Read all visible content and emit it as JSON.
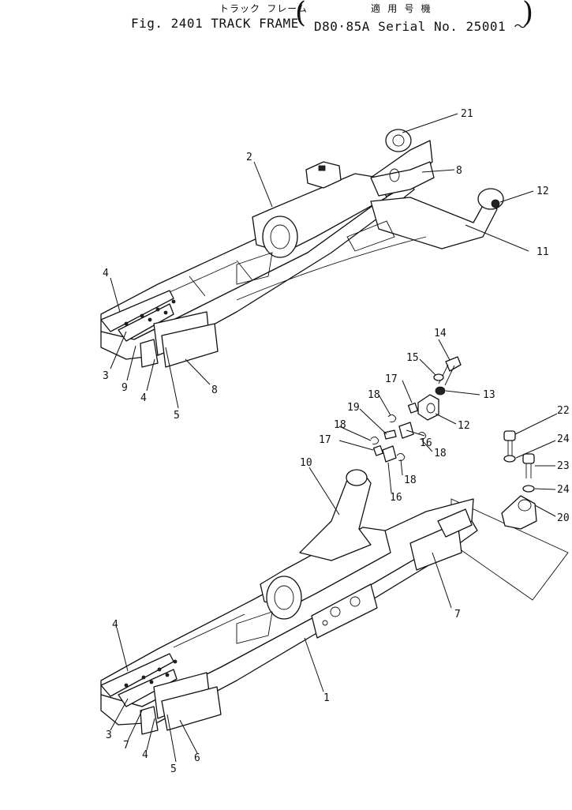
{
  "header": {
    "kana_title": "トラック フレーム",
    "title": "Fig. 2401  TRACK  FRAME",
    "applicable_label": "適 用 号 機",
    "serial": "D80·85A  Serial  No. 25001 ～",
    "open_paren": "(",
    "close_paren": ")"
  },
  "callouts": [
    {
      "id": "c1",
      "label": "1"
    },
    {
      "id": "c2",
      "label": "2"
    },
    {
      "id": "c3a",
      "label": "3"
    },
    {
      "id": "c3b",
      "label": "3"
    },
    {
      "id": "c4a",
      "label": "4"
    },
    {
      "id": "c4b",
      "label": "4"
    },
    {
      "id": "c4c",
      "label": "4"
    },
    {
      "id": "c4d",
      "label": "4"
    },
    {
      "id": "c5a",
      "label": "5"
    },
    {
      "id": "c5b",
      "label": "5"
    },
    {
      "id": "c6",
      "label": "6"
    },
    {
      "id": "c7a",
      "label": "7"
    },
    {
      "id": "c7b",
      "label": "7"
    },
    {
      "id": "c8a",
      "label": "8"
    },
    {
      "id": "c8b",
      "label": "8"
    },
    {
      "id": "c9",
      "label": "9"
    },
    {
      "id": "c10",
      "label": "10"
    },
    {
      "id": "c11",
      "label": "11"
    },
    {
      "id": "c12a",
      "label": "12"
    },
    {
      "id": "c12b",
      "label": "12"
    },
    {
      "id": "c13",
      "label": "13"
    },
    {
      "id": "c14",
      "label": "14"
    },
    {
      "id": "c15",
      "label": "15"
    },
    {
      "id": "c16a",
      "label": "16"
    },
    {
      "id": "c16b",
      "label": "16"
    },
    {
      "id": "c17a",
      "label": "17"
    },
    {
      "id": "c17b",
      "label": "17"
    },
    {
      "id": "c18a",
      "label": "18"
    },
    {
      "id": "c18b",
      "label": "18"
    },
    {
      "id": "c18c",
      "label": "18"
    },
    {
      "id": "c18d",
      "label": "18"
    },
    {
      "id": "c19",
      "label": "19"
    },
    {
      "id": "c20",
      "label": "20"
    },
    {
      "id": "c21",
      "label": "21"
    },
    {
      "id": "c22",
      "label": "22"
    },
    {
      "id": "c23",
      "label": "23"
    },
    {
      "id": "c24a",
      "label": "24"
    },
    {
      "id": "c24b",
      "label": "24"
    }
  ]
}
